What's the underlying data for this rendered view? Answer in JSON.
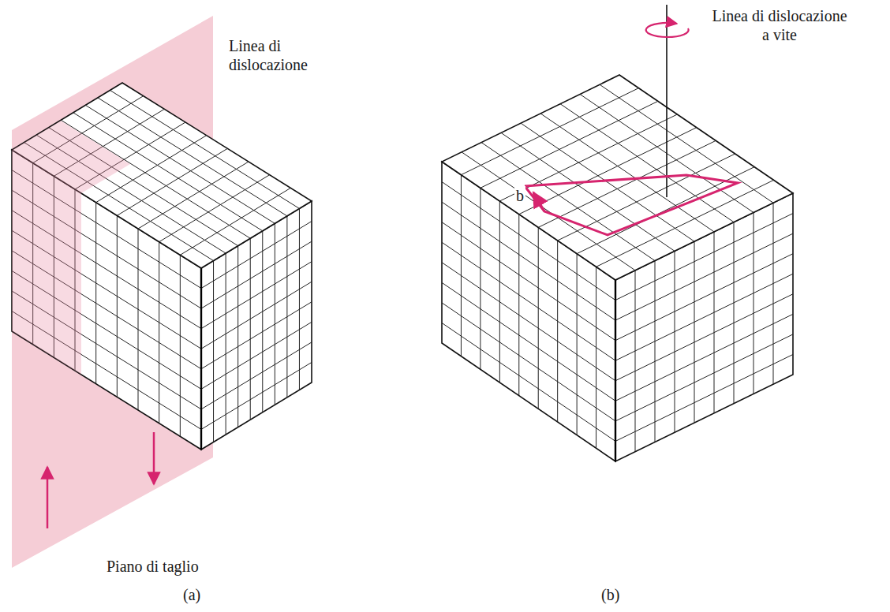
{
  "diagram": {
    "labels": [
      "Linea di dislocazione",
      "Piano di taglio",
      "(a)",
      "Linea di dislocazione a vite",
      "b",
      "(b)"
    ]
  }
}
